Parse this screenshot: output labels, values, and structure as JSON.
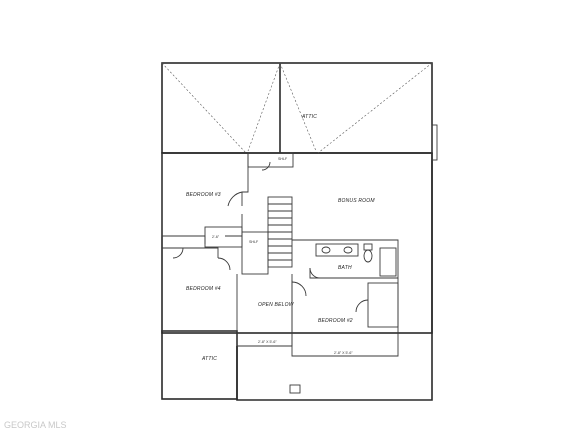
{
  "rooms": {
    "attic_top": "ATTIC",
    "bedroom_3": "BEDROOM #3",
    "bonus_room": "BONUS ROOM",
    "bedroom_4": "BEDROOM #4",
    "open_below": "OPEN BELOW",
    "bath": "BATH",
    "bedroom_2": "BEDROOM #2",
    "attic_bottom": "ATTIC"
  },
  "notes": {
    "closet_a": "SHLF",
    "closet_b": "SHLF",
    "door_2_6": "2'-6\"",
    "dim_bedroom4": "2'-8\" X 5'-6\"",
    "dim_bedroom2": "2'-8\" X 5'-6\""
  },
  "watermark": "GEORGIA MLS"
}
